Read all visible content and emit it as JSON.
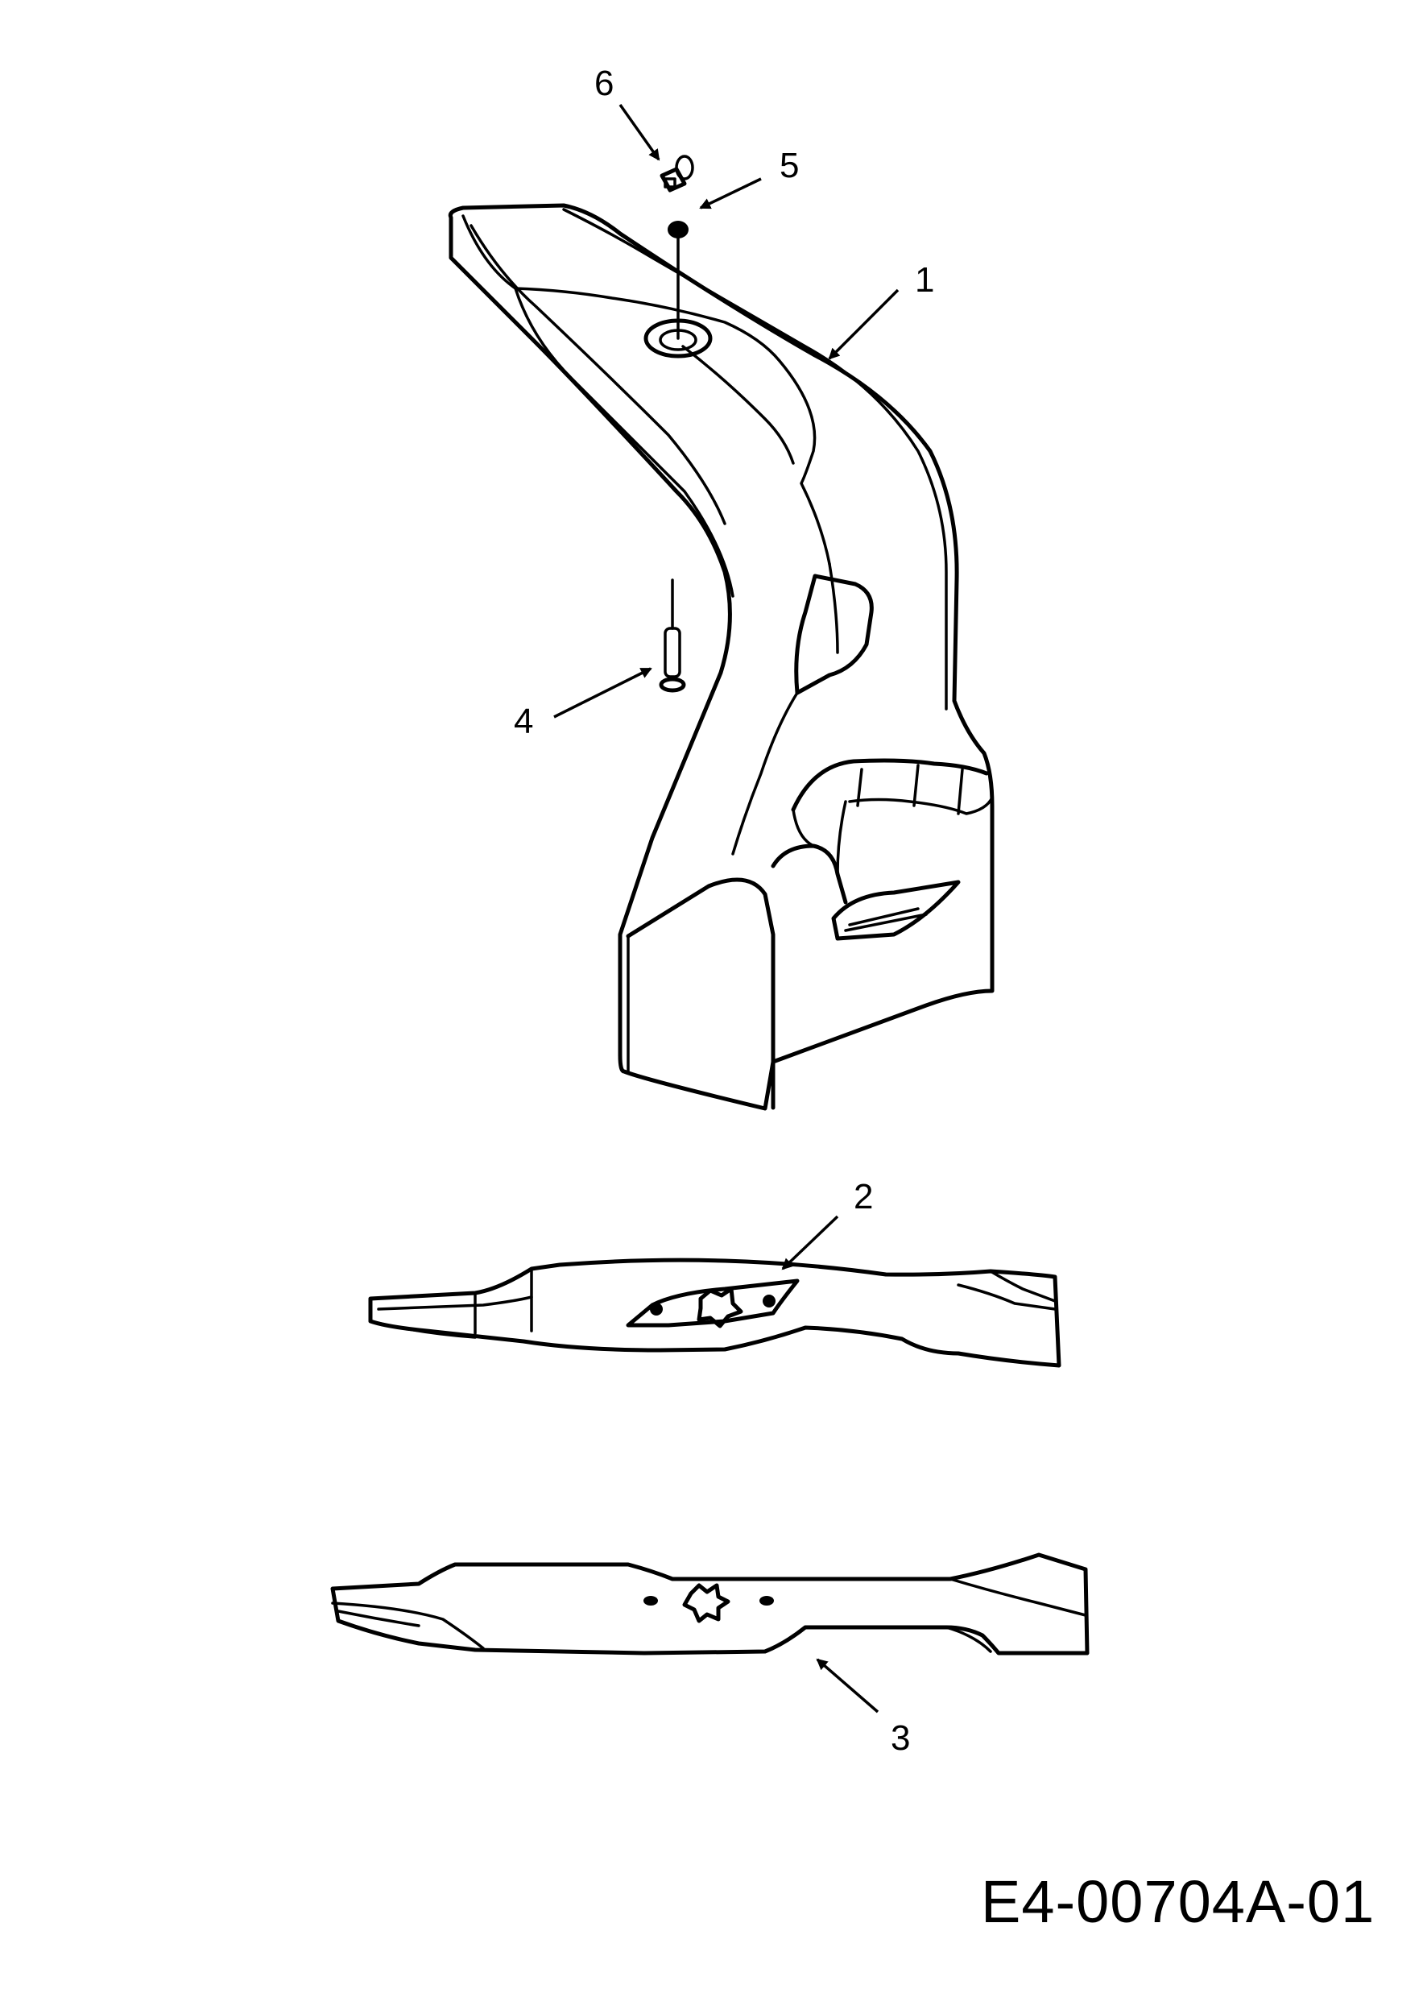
{
  "figure": {
    "drawing_code": "E4-00704A-01"
  },
  "callouts": [
    {
      "id": "1",
      "label": "1"
    },
    {
      "id": "2",
      "label": "2"
    },
    {
      "id": "3",
      "label": "3"
    },
    {
      "id": "4",
      "label": "4"
    },
    {
      "id": "5",
      "label": "5"
    },
    {
      "id": "6",
      "label": "6"
    }
  ]
}
